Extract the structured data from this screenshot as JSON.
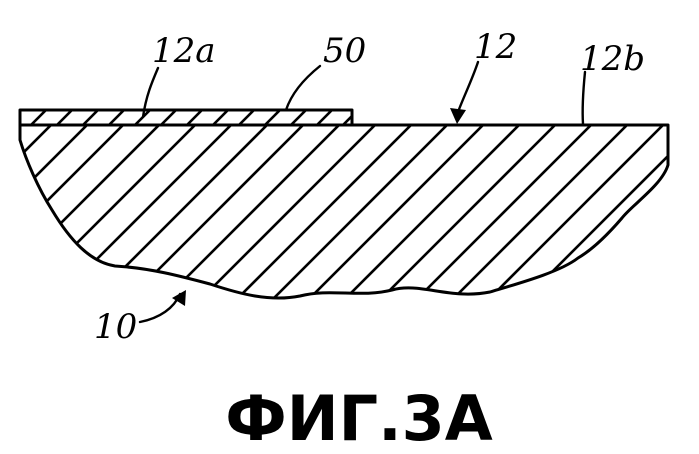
{
  "labels": {
    "ref_12a": "12a",
    "ref_50": "50",
    "ref_12": "12",
    "ref_12b": "12b",
    "ref_10": "10"
  },
  "caption": "ФИГ.3А",
  "colors": {
    "ink": "#000000",
    "paper": "#ffffff"
  }
}
